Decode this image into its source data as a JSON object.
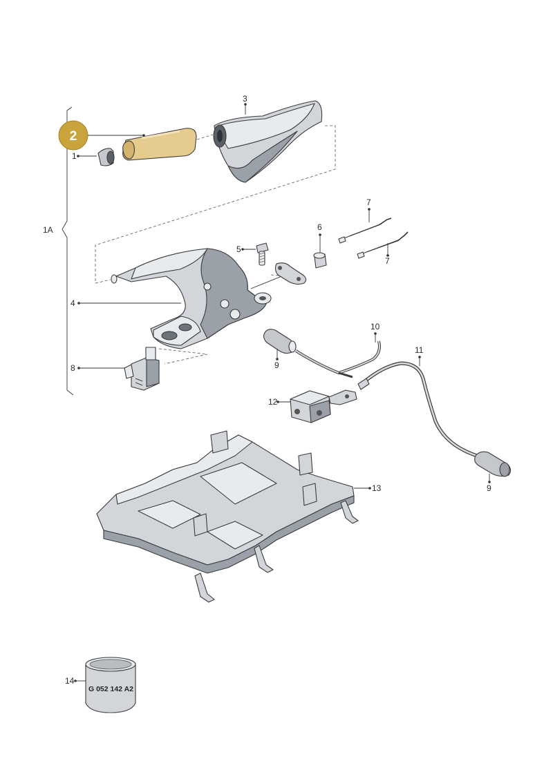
{
  "colors": {
    "highlight_badge": "#c9a33c",
    "highlight_part": "#e6cb8e",
    "line": "#333333",
    "metal": "#d2d6da"
  },
  "callouts": {
    "group": "1A",
    "highlighted": "2",
    "c1": "1",
    "c3": "3",
    "c4": "4",
    "c5": "5",
    "c6": "6",
    "c7a": "7",
    "c7b": "7",
    "c8": "8",
    "c9a": "9",
    "c9b": "9",
    "c10": "10",
    "c11": "11",
    "c12": "12",
    "c13": "13",
    "c14": "14"
  },
  "part_14_code": "G 052 142 A2"
}
